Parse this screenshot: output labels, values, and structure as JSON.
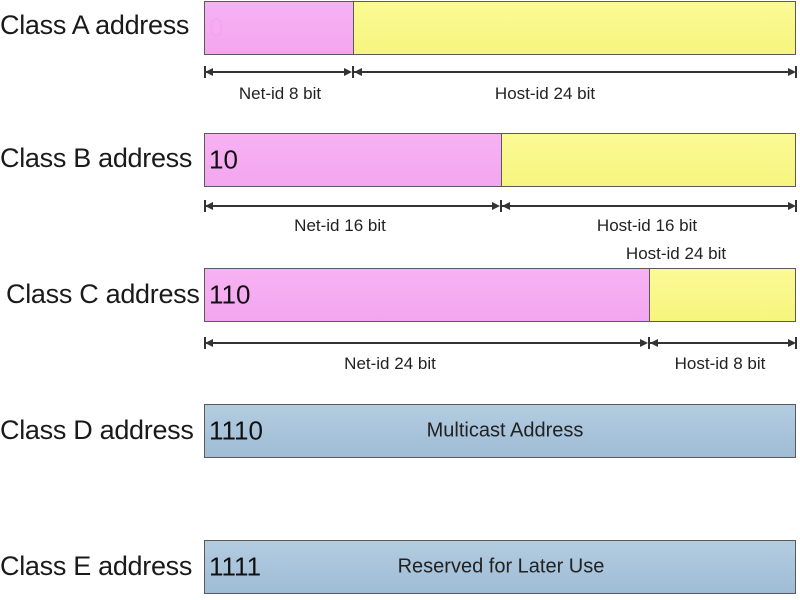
{
  "rows": [
    {
      "label": "Class A address",
      "prefix": "0",
      "net_label": "Net-id 8 bit",
      "host_label": "Host-id 24 bit"
    },
    {
      "label": "Class B address",
      "prefix": "10",
      "net_label": "Net-id 16 bit",
      "host_label": "Host-id 16 bit"
    },
    {
      "label": "Class C address",
      "prefix": "110",
      "net_label": "Net-id 24 bit",
      "host_label": "Host-id 8 bit",
      "extra_label": "Host-id 24 bit"
    },
    {
      "label": "Class D address",
      "prefix": "1110",
      "text": "Multicast Address"
    },
    {
      "label": "Class E address",
      "prefix": "1111",
      "text": "Reserved for Later Use"
    }
  ],
  "colors": {
    "net": "#f3a6ee",
    "host": "#f6f57e",
    "special": "#a9c4dc",
    "border": "#5a5a5a"
  }
}
